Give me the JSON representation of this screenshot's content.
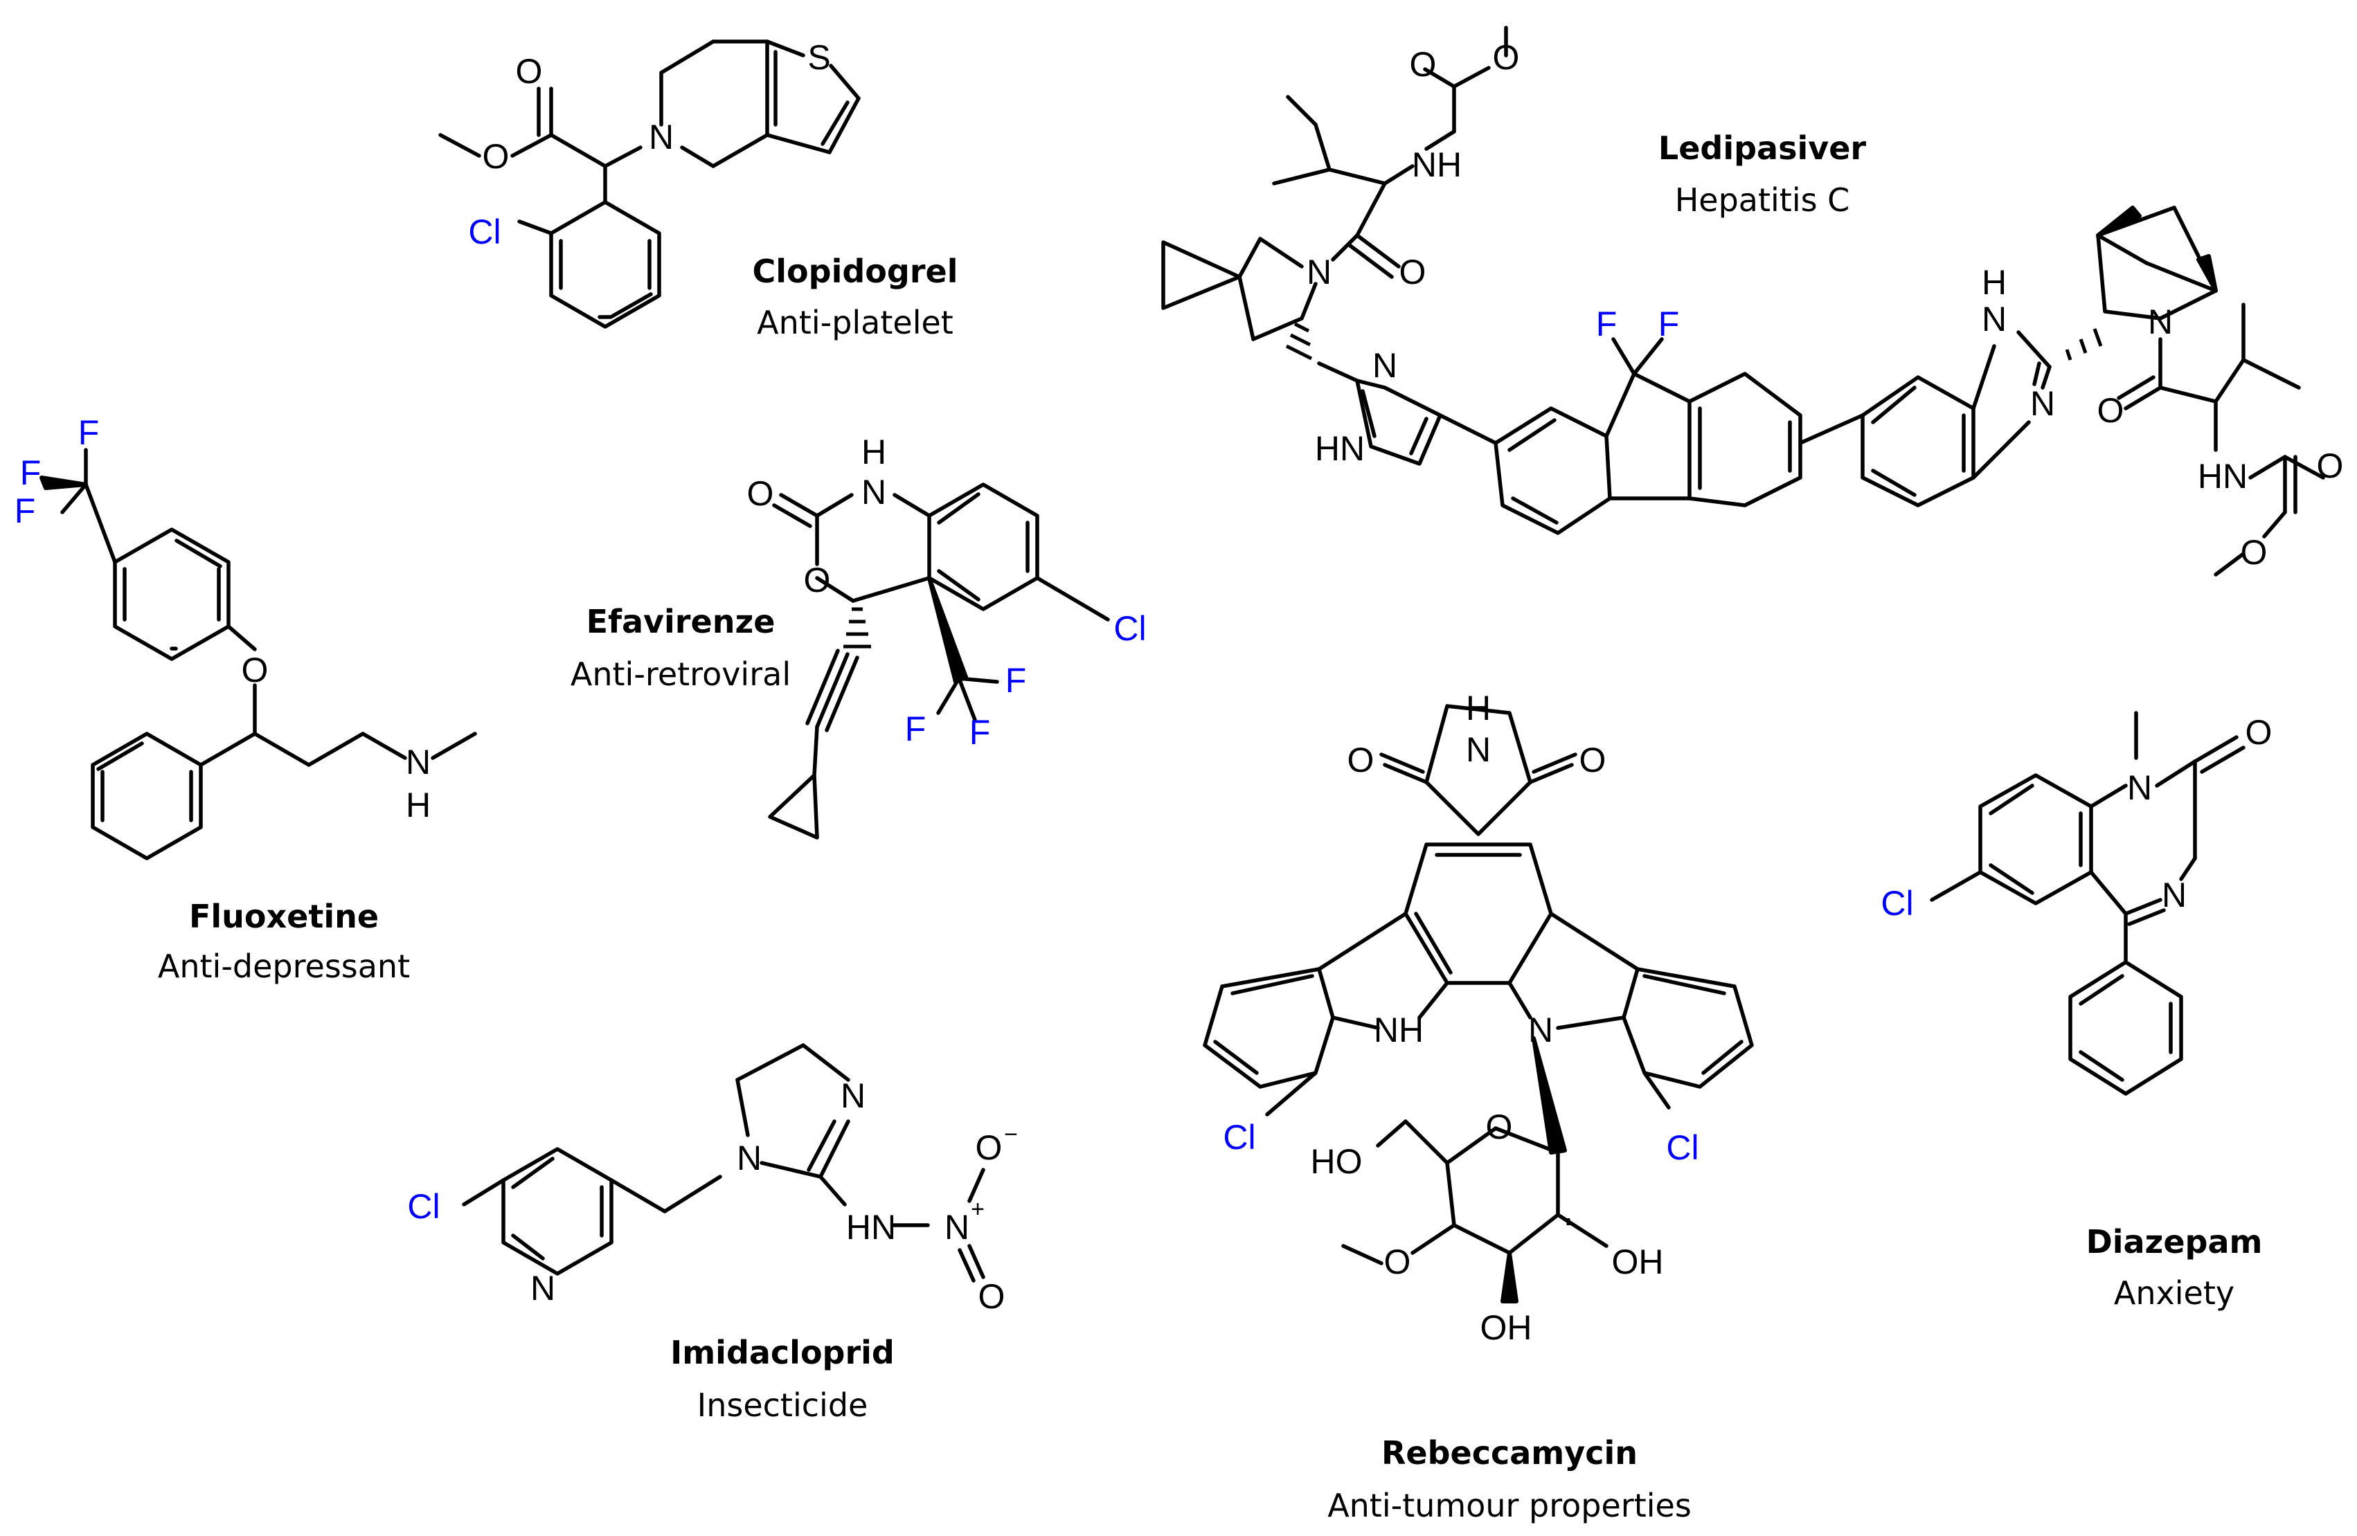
{
  "compounds": {
    "clopidogrel": {
      "name": "Clopidogrel",
      "use": "Anti-platelet"
    },
    "ledipasvir": {
      "name": "Ledipasiver",
      "use": "Hepatitis C"
    },
    "fluoxetine": {
      "name": "Fluoxetine",
      "use": "Anti-depressant"
    },
    "efavirenz": {
      "name": "Efavirenze",
      "use": "Anti-retroviral"
    },
    "imidacloprid": {
      "name": "Imidacloprid",
      "use": "Insecticide"
    },
    "rebeccamycin": {
      "name": "Rebeccamycin",
      "use": "Anti-tumour properties"
    },
    "diazepam": {
      "name": "Diazepam",
      "use": "Anxiety"
    }
  },
  "atoms": {
    "O": "O",
    "N": "N",
    "S": "S",
    "F": "F",
    "Cl": "Cl",
    "H": "H",
    "NH": "NH",
    "HN": "HN",
    "OH": "OH",
    "HO": "HO",
    "plus": "+",
    "minus": "−"
  },
  "colors": {
    "heteroatom": "#000000",
    "halogen": "#0000ff",
    "label": "#000000"
  }
}
